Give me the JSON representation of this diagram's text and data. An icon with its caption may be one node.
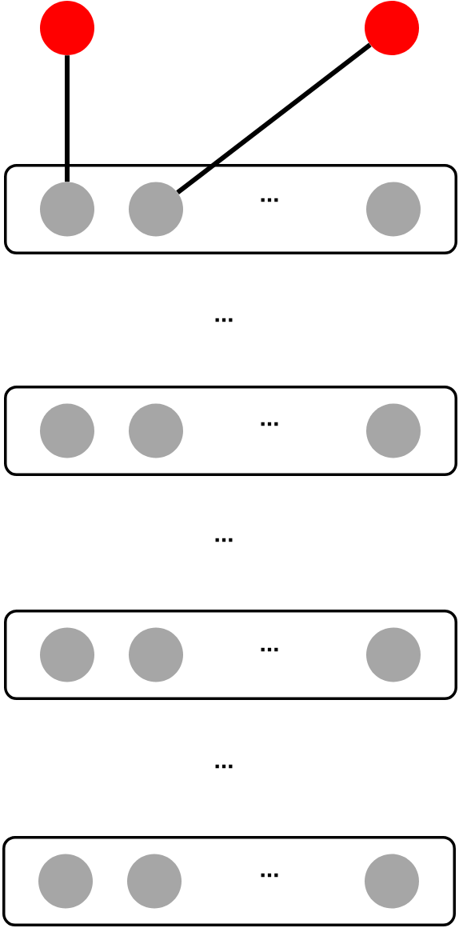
{
  "diagram": {
    "nodes": [
      {
        "text": [],
        "shape": "circle"
      },
      {
        "text": [],
        "shape": "circle"
      },
      {
        "text": [],
        "shape": "box"
      },
      {
        "text": [],
        "shape": "circle",
        "in": 2
      },
      {
        "text": [],
        "shape": "circle",
        "in": 2
      },
      {
        "text": [],
        "shape": "circle",
        "in": 2
      },
      {
        "text": [],
        "shape": "box"
      },
      {
        "text": [],
        "shape": "circle",
        "in": 6
      },
      {
        "text": [],
        "shape": "circle",
        "in": 6
      },
      {
        "text": [],
        "shape": "circle",
        "in": 6
      },
      {
        "text": [],
        "shape": "box"
      },
      {
        "text": [],
        "shape": "circle",
        "in": 10
      },
      {
        "text": [],
        "shape": "circle",
        "in": 10
      },
      {
        "text": [],
        "shape": "circle",
        "in": 10
      },
      {
        "text": [],
        "shape": "box"
      },
      {
        "text": [],
        "shape": "circle",
        "in": 14
      },
      {
        "text": [],
        "shape": "circle",
        "in": 14
      },
      {
        "text": [],
        "shape": "circle",
        "in": 14
      }
    ],
    "edges": [
      {
        "from": 0,
        "to": 3,
        "arrow": "none"
      },
      {
        "from": 1,
        "to": 4,
        "arrow": "none"
      }
    ],
    "labels": [
      "...",
      "...",
      "...",
      "...",
      "...",
      "...",
      "..."
    ]
  }
}
